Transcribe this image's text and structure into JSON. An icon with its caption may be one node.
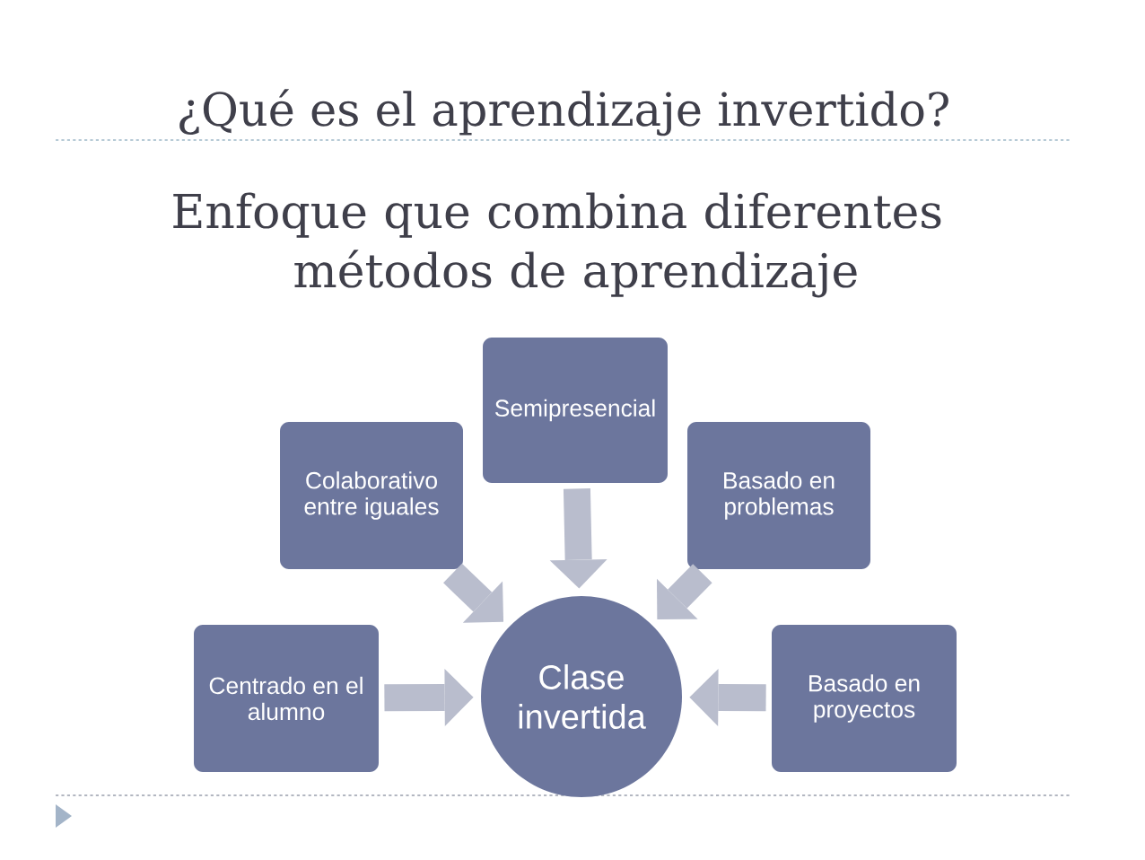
{
  "diagram": {
    "title": "¿Qué es el aprendizaje invertido?",
    "nodes": [
      {
        "text": [
          "Semipresencial"
        ]
      },
      {
        "text": [
          "Colaborativo entre iguales"
        ]
      },
      {
        "text": [
          "Basado en problemas"
        ]
      },
      {
        "text": [
          "Centrado en el alumno"
        ]
      },
      {
        "text": [
          "Clase invertida"
        ]
      },
      {
        "text": [
          "Basado en proyectos"
        ]
      }
    ],
    "edges": [
      {
        "from": 0,
        "to": 4,
        "arrow": "to"
      },
      {
        "from": 1,
        "to": 4,
        "arrow": "to"
      },
      {
        "from": 2,
        "to": 4,
        "arrow": "to"
      },
      {
        "from": 3,
        "to": 4,
        "arrow": "to"
      },
      {
        "from": 5,
        "to": 4,
        "arrow": "to"
      }
    ],
    "labels": [
      "Enfoque que combina diferentes métodos de aprendizaje"
    ]
  }
}
